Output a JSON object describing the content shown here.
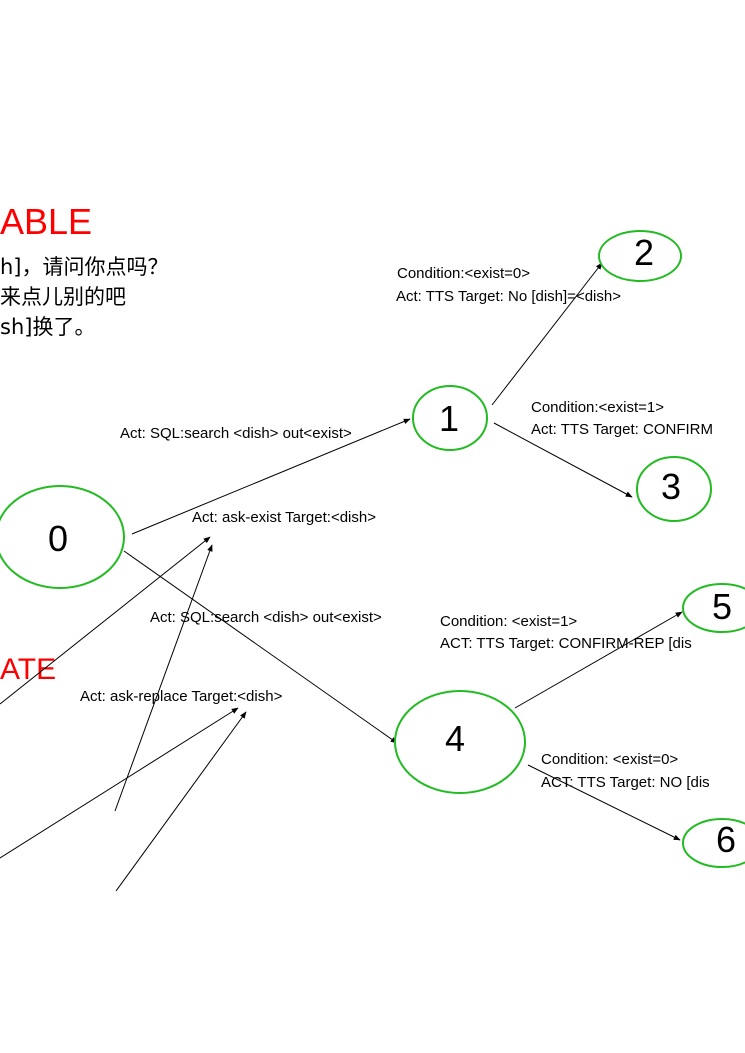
{
  "title_left": "ABLE",
  "title_left_2": "ATE",
  "chinese_lines": [
    "h]，请问你点吗？",
    "来点儿别的吧",
    "sh]换了。"
  ],
  "colors": {
    "node_stroke": "#22bb22",
    "edge": "#000000",
    "accent_red": "#ff0000"
  },
  "nodes": [
    {
      "id": "n0",
      "label": "0"
    },
    {
      "id": "n1",
      "label": "1"
    },
    {
      "id": "n2",
      "label": "2"
    },
    {
      "id": "n3",
      "label": "3"
    },
    {
      "id": "n4",
      "label": "4"
    },
    {
      "id": "n5",
      "label": "5"
    },
    {
      "id": "n6",
      "label": "6"
    }
  ],
  "labels": {
    "c2_condition": "Condition:<exist=0>",
    "c2_act": "Act: TTS Target: No  [dish]=<dish>",
    "c3_condition": "Condition:<exist=1>",
    "c3_act": "Act: TTS Target: CONFIRM",
    "sql_1": "Act: SQL:search <dish> out<exist>",
    "ask_exist": "Act: ask-exist Target:<dish>",
    "sql_2": "Act: SQL:search <dish> out<exist>",
    "ask_replace": "Act: ask-replace Target:<dish>",
    "c5_condition": "Condition: <exist=1>",
    "c5_act": "ACT: TTS Target: CONFIRM-REP [dis",
    "c6_condition": "Condition: <exist=0>",
    "c6_act": "ACT: TTS Target: NO [dis"
  }
}
